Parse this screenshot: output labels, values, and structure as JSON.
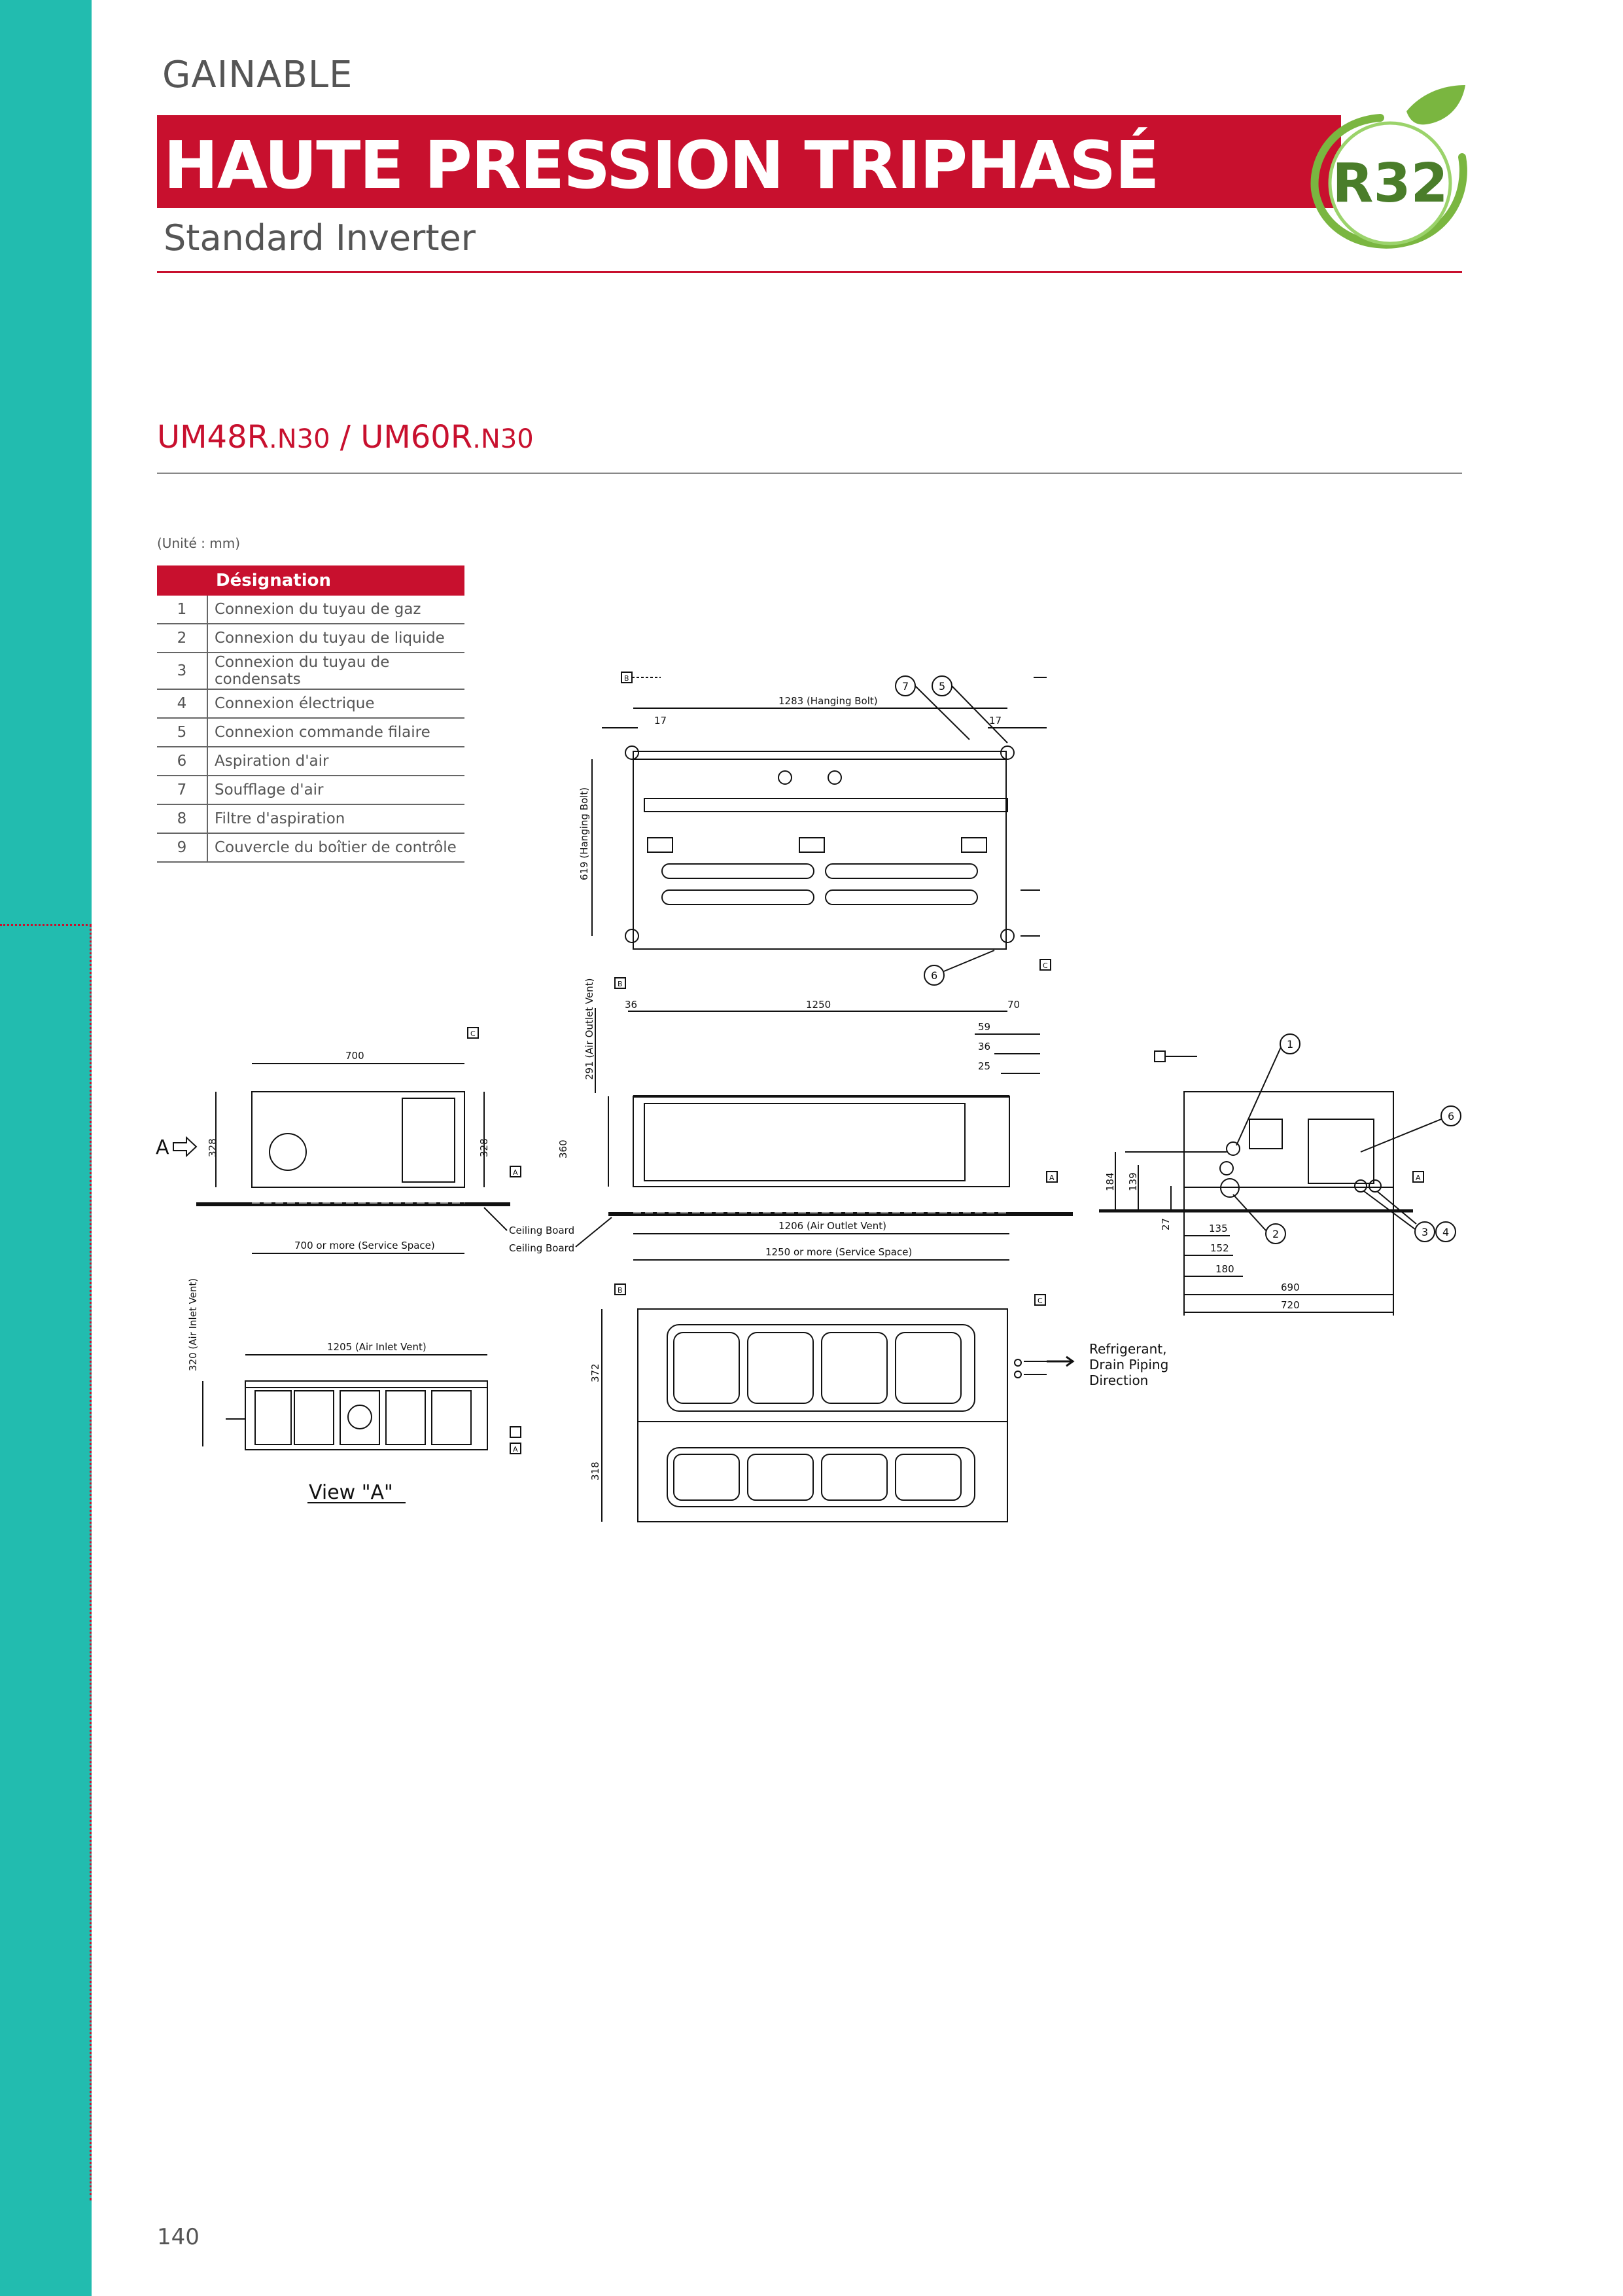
{
  "header": {
    "category": "GAINABLE",
    "title": "HAUTE PRESSION TRIPHASÉ",
    "subtitle": "Standard Inverter",
    "badge": "R32"
  },
  "model": {
    "part1": "UM48R",
    "part1_suffix": ".N30",
    "separator": " / ",
    "part2": "UM60R",
    "part2_suffix": ".N30"
  },
  "unit_note": "(Unité : mm)",
  "designation": {
    "header": "Désignation",
    "rows": [
      {
        "num": "1",
        "label": "Connexion du tuyau de gaz"
      },
      {
        "num": "2",
        "label": "Connexion du tuyau de liquide"
      },
      {
        "num": "3",
        "label": "Connexion du tuyau de condensats"
      },
      {
        "num": "4",
        "label": "Connexion électrique"
      },
      {
        "num": "5",
        "label": "Connexion commande filaire"
      },
      {
        "num": "6",
        "label": "Aspiration d'air"
      },
      {
        "num": "7",
        "label": "Soufflage d'air"
      },
      {
        "num": "8",
        "label": "Filtre d'aspiration"
      },
      {
        "num": "9",
        "label": "Couvercle du boîtier de contrôle"
      }
    ]
  },
  "drawing": {
    "top_view": {
      "hanging_bolt_width": "1283  (Hanging Bolt)",
      "left_offset": "17",
      "right_offset": "17",
      "hanging_bolt_depth": "619  (Hanging Bolt)",
      "ref_7": "7",
      "ref_5": "5",
      "ref_6": "6"
    },
    "front_view": {
      "air_outlet_height": "291 (Air Outlet Vent)",
      "left_offset": "36",
      "width": "1250",
      "right_offset": "70",
      "d59": "59",
      "d36": "36",
      "d25": "25",
      "height": "360",
      "outlet_width": "1206  (Air Outlet Vent)",
      "service": "1250  or more (Service Space)"
    },
    "side_left": {
      "width": "700",
      "height_left": "328",
      "height_right": "328",
      "service": "700  or more (Service Space)",
      "arrow_label": "A",
      "ceiling1": "Ceiling Board",
      "ceiling2": "Ceiling Board"
    },
    "side_right": {
      "d184": "184",
      "d139": "139",
      "d27": "27",
      "d135": "135",
      "d152": "152",
      "d180": "180",
      "d690": "690",
      "d720": "720",
      "ref_1": "1",
      "ref_2": "2",
      "ref_3": "3",
      "ref_4": "4",
      "ref_6": "6"
    },
    "view_a": {
      "inlet_width": "1205  (Air Inlet Vent)",
      "inlet_height": "320  (Air Inlet Vent)",
      "caption": "View \"A\""
    },
    "bottom_view": {
      "d372": "372",
      "d318": "318",
      "note": "Refrigerant,\nDrain Piping\nDirection",
      "note_l1": "Refrigerant,",
      "note_l2": "Drain Piping",
      "note_l3": "Direction"
    },
    "markers": {
      "a": "A",
      "b": "B",
      "c": "C"
    }
  },
  "page_number": "140",
  "colors": {
    "accent": "#c8102e",
    "side_band": "#22bcaf",
    "r32_green": "#7ab640"
  }
}
